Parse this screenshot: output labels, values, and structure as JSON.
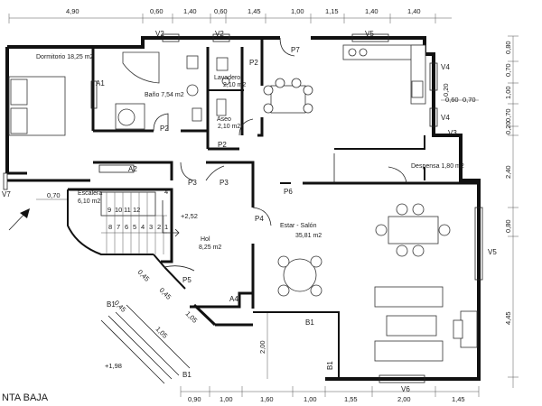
{
  "drawing": {
    "title": "NTA BAJA",
    "top_dims": [
      "4,90",
      "0,60",
      "1,40",
      "0,60",
      "1,45",
      "1,00",
      "1,15",
      "1,40",
      "1,40"
    ],
    "bottom_dims": [
      "0,90",
      "1,00",
      "1,60",
      "1,00",
      "1,55",
      "2,00",
      "1,45"
    ],
    "right_dims": [
      "0,80",
      "0,70",
      "1,00",
      "0,70",
      "0,20",
      "2,40",
      "0,80",
      "4,45"
    ],
    "right_small": {
      "d020": "0,20",
      "d060": "0,60",
      "d070": "0,70"
    },
    "misc_dims": {
      "left_070": "0,70",
      "d045a": "0,45",
      "d045b": "0,45",
      "d045c": "0,45",
      "d105a": "1,05",
      "d105b": "1,05",
      "d200": "2,00",
      "lvl_252": "+2,52",
      "lvl_198": "+1,98"
    },
    "rooms": [
      {
        "id": "dormitorio",
        "label": "Dormitorio 18,25 m2"
      },
      {
        "id": "bano",
        "label": "Baño 7,54 m2"
      },
      {
        "id": "lavadero",
        "label": "Lavadero"
      },
      {
        "id": "lavadero_area",
        "label": "2,10 m2"
      },
      {
        "id": "aseo",
        "label": "Aseo"
      },
      {
        "id": "aseo_area",
        "label": "2,10 m2"
      },
      {
        "id": "despensa",
        "label": "Despensa 1,80 m2"
      },
      {
        "id": "escalera",
        "label": "Escalera"
      },
      {
        "id": "escalera_area",
        "label": "6,10 m2"
      },
      {
        "id": "hol",
        "label": "Hol"
      },
      {
        "id": "hol_area",
        "label": "8,25 m2"
      },
      {
        "id": "estar",
        "label": "Estar - Salón"
      },
      {
        "id": "estar_area",
        "label": "35,81 m2"
      }
    ],
    "codes": {
      "V2a": "V2",
      "V2b": "V2",
      "V5top": "V5",
      "V4a": "V4",
      "V4b": "V4",
      "V3": "V3",
      "V5right": "V5",
      "V6": "V6",
      "V7": "V7",
      "A1": "A1",
      "A2": "A2",
      "A4": "A4",
      "B1a": "B1",
      "B1b": "B1",
      "B1c": "B1",
      "B1d": "B1",
      "P2a": "P2",
      "P2b": "P2",
      "P2c": "P2",
      "P3a": "P3",
      "P3b": "P3",
      "P4": "P4",
      "P5": "P5",
      "P6": "P6",
      "P7": "P7"
    },
    "stair_numbers": [
      "9",
      "10",
      "11",
      "12",
      "8",
      "7",
      "6",
      "5",
      "4",
      "3",
      "2",
      "1"
    ],
    "stair_n4": "4"
  }
}
